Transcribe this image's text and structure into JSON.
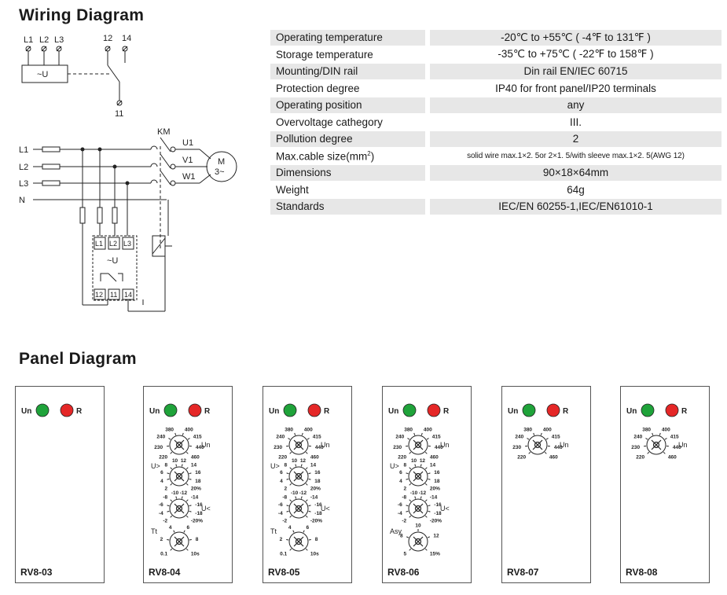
{
  "titles": {
    "wiring": "Wiring Diagram",
    "panel": "Panel Diagram"
  },
  "wiring": {
    "top_terminals": [
      "L1",
      "L2",
      "L3",
      "12",
      "14"
    ],
    "bottom_terminal": "11",
    "module_label": "~U",
    "contactor": "KM",
    "phases": [
      "L1",
      "L2",
      "L3",
      "N"
    ],
    "motor_terminals": [
      "U1",
      "V1",
      "W1"
    ],
    "motor": [
      "M",
      "3~"
    ],
    "device_inputs": [
      "L1",
      "L2",
      "L3"
    ],
    "device_outputs": [
      "12",
      "11",
      "14"
    ]
  },
  "specs": [
    {
      "k": "Operating temperature",
      "v": "-20℃ to +55℃ ( -4℉ to 131℉ )",
      "shade": true
    },
    {
      "k": "Storage temperature",
      "v": "-35℃ to +75℃ ( -22℉ to 158℉ )",
      "shade": false
    },
    {
      "k": "Mounting/DIN rail",
      "v": "Din rail EN/IEC 60715",
      "shade": true
    },
    {
      "k": "Protection degree",
      "v": "IP40 for front panel/IP20 terminals",
      "shade": false
    },
    {
      "k": "Operating position",
      "v": "any",
      "shade": true
    },
    {
      "k": "Overvoltage cathegory",
      "v": "III.",
      "shade": false
    },
    {
      "k": "Pollution degree",
      "v": "2",
      "shade": true
    },
    {
      "k": "Max.cable size(mm",
      "k_sup": "2",
      "k_end": ")",
      "v": "solid wire max.1×2. 5or 2×1. 5/with  sleeve max.1×2. 5(AWG 12)",
      "shade": false,
      "small": true
    },
    {
      "k": "Dimensions",
      "v": "90×18×64mm",
      "shade": true
    },
    {
      "k": "Weight",
      "v": "64g",
      "shade": false
    },
    {
      "k": "Standards",
      "v": "IEC/EN 60255-1,IEC/EN61010-1",
      "shade": true
    }
  ],
  "leds": {
    "un": "Un",
    "r": "R",
    "green": "#1fa33a",
    "red": "#e52727"
  },
  "dials": {
    "un": {
      "label": "Un",
      "ticks": [
        "220",
        "230",
        "240",
        "380",
        "400",
        "415",
        "440",
        "460"
      ]
    },
    "uover": {
      "label": "U>",
      "ticks": [
        "2",
        "4",
        "6",
        "8",
        "10",
        "12",
        "14",
        "16",
        "18",
        "20%"
      ]
    },
    "uunder": {
      "label": "U<",
      "ticks": [
        "-2",
        "-4",
        "-6",
        "-8",
        "-10",
        "-12",
        "-14",
        "-16",
        "-18",
        "-20%"
      ]
    },
    "tt": {
      "label": "Tt",
      "ticks": [
        "0.1",
        "2",
        "4",
        "6",
        "8",
        "10s"
      ]
    },
    "asy": {
      "label": "Asy",
      "ticks": [
        "5",
        "8",
        "10",
        "12",
        "15%"
      ]
    }
  },
  "panels": [
    {
      "name": "RV8-03",
      "dials": []
    },
    {
      "name": "RV8-04",
      "dials": [
        "un",
        "uover",
        "uunder",
        "tt"
      ]
    },
    {
      "name": "RV8-05",
      "dials": [
        "un",
        "uover",
        "uunder",
        "tt"
      ]
    },
    {
      "name": "RV8-06",
      "dials": [
        "un",
        "uover",
        "uunder",
        "asy"
      ]
    },
    {
      "name": "RV8-07",
      "dials": [
        "un"
      ]
    },
    {
      "name": "RV8-08",
      "dials": [
        "un"
      ]
    }
  ]
}
